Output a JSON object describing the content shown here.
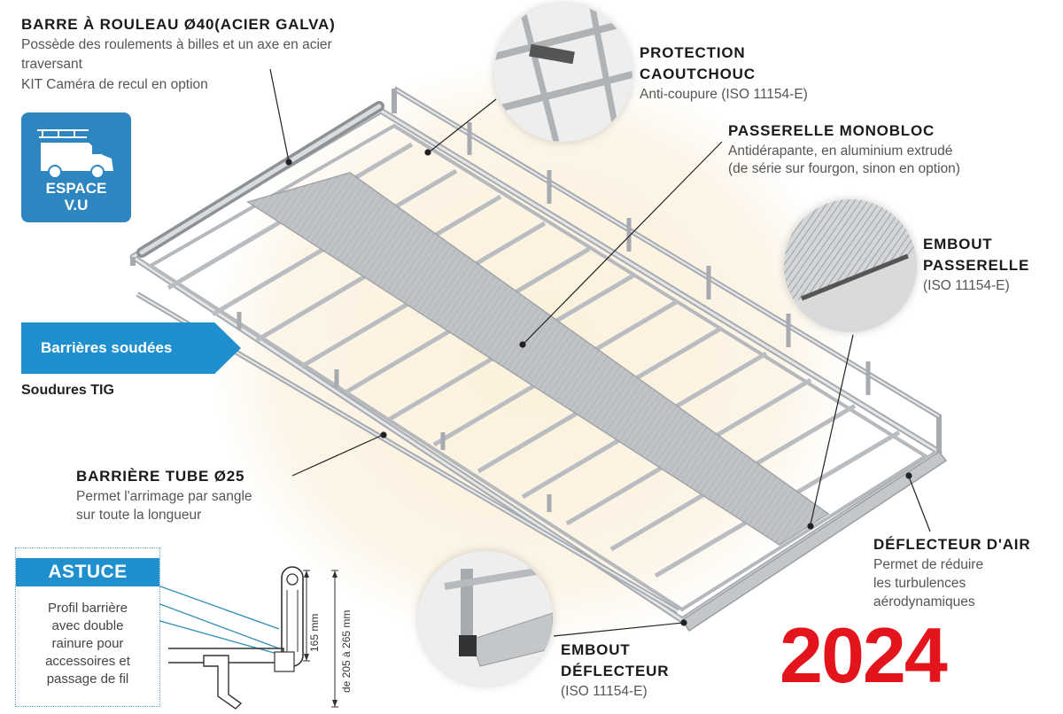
{
  "callouts": {
    "roller_bar": {
      "title": "BARRE À ROULEAU Ø40(ACIER GALVA)",
      "lines": [
        "Possède des roulements à billes et un axe en acier",
        "traversant",
        "KIT Caméra de recul en option"
      ]
    },
    "rubber_protection": {
      "title_1": "PROTECTION",
      "title_2": "CAOUTCHOUC",
      "sub": "Anti-coupure (ISO 11154-E)"
    },
    "walkway": {
      "title": "PASSERELLE MONOBLOC",
      "line_1": "Antidérapante, en aluminium extrudé",
      "line_2": "(de série sur fourgon, sinon en option)"
    },
    "walkway_end": {
      "title_1": "EMBOUT",
      "title_2": "PASSERELLE",
      "sub": "(ISO 11154-E)"
    },
    "tube_barrier": {
      "title": "BARRIÈRE TUBE Ø25",
      "line_1": "Permet l'arrimage par sangle",
      "line_2": "sur toute la longueur"
    },
    "air_deflector": {
      "title": "DÉFLECTEUR D'AIR",
      "line_1": "Permet de réduire",
      "line_2": "les turbulences",
      "line_3": "aérodynamiques"
    },
    "deflector_end": {
      "title_1": "EMBOUT",
      "title_2": "DÉFLECTEUR",
      "sub": "(ISO 11154-E)"
    }
  },
  "badge": {
    "line_1": "ESPACE",
    "line_2": "V.U"
  },
  "welded_barriers": {
    "banner": "Barrières soudées",
    "sub": "Soudures TIG"
  },
  "astuce": {
    "title": "ASTUCE",
    "lines": [
      "Profil barrière",
      "avec double",
      "rainure pour",
      "accessoires et",
      "passage de fil"
    ]
  },
  "dimensions": {
    "height_small": "165 mm",
    "height_range": "de 205 à 265 mm"
  },
  "year": "2024",
  "colors": {
    "accent_blue": "#1f8fce",
    "year_red": "#e3141c",
    "metal": "#c9ccd0",
    "walkway": "#b9bcbf"
  }
}
